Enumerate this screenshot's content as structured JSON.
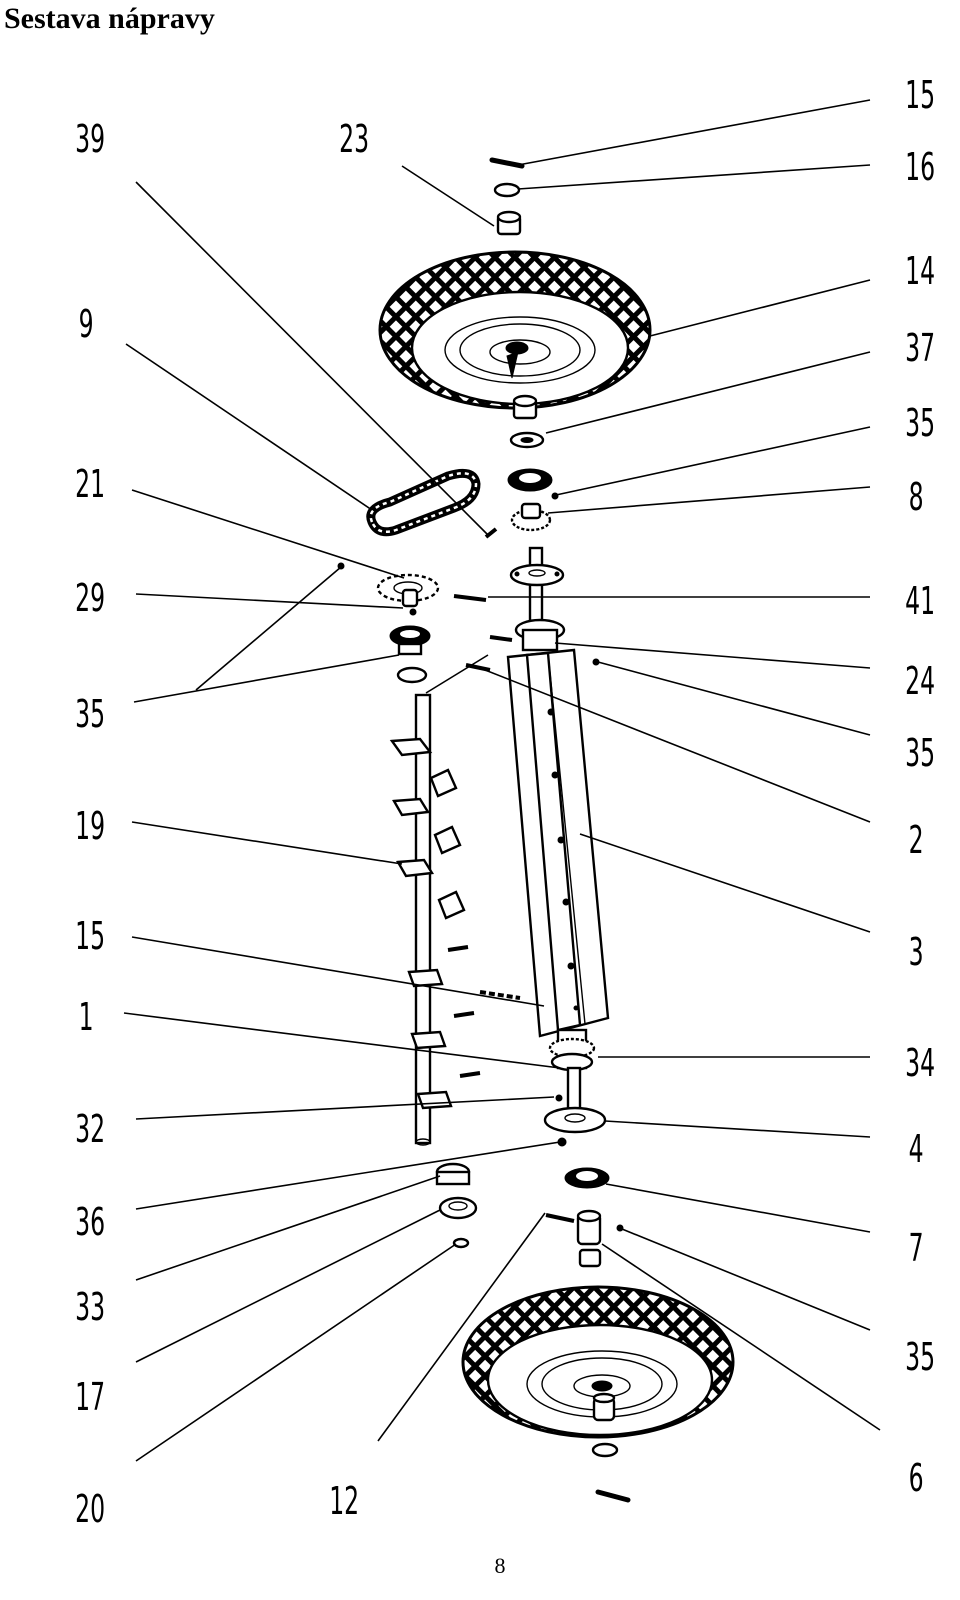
{
  "page": {
    "title": "Sestava nápravy",
    "page_number": "8"
  },
  "callouts": {
    "left": [
      "39",
      "23",
      "9",
      "21",
      "29",
      "35",
      "19",
      "15",
      "1",
      "32",
      "36",
      "33",
      "17",
      "20",
      "12"
    ],
    "right": [
      "15",
      "16",
      "14",
      "37",
      "35",
      "8",
      "41",
      "24",
      "35",
      "2",
      "3",
      "34",
      "4",
      "7",
      "35",
      "6"
    ]
  },
  "colors": {
    "ink": "#000000",
    "paper": "#ffffff"
  }
}
